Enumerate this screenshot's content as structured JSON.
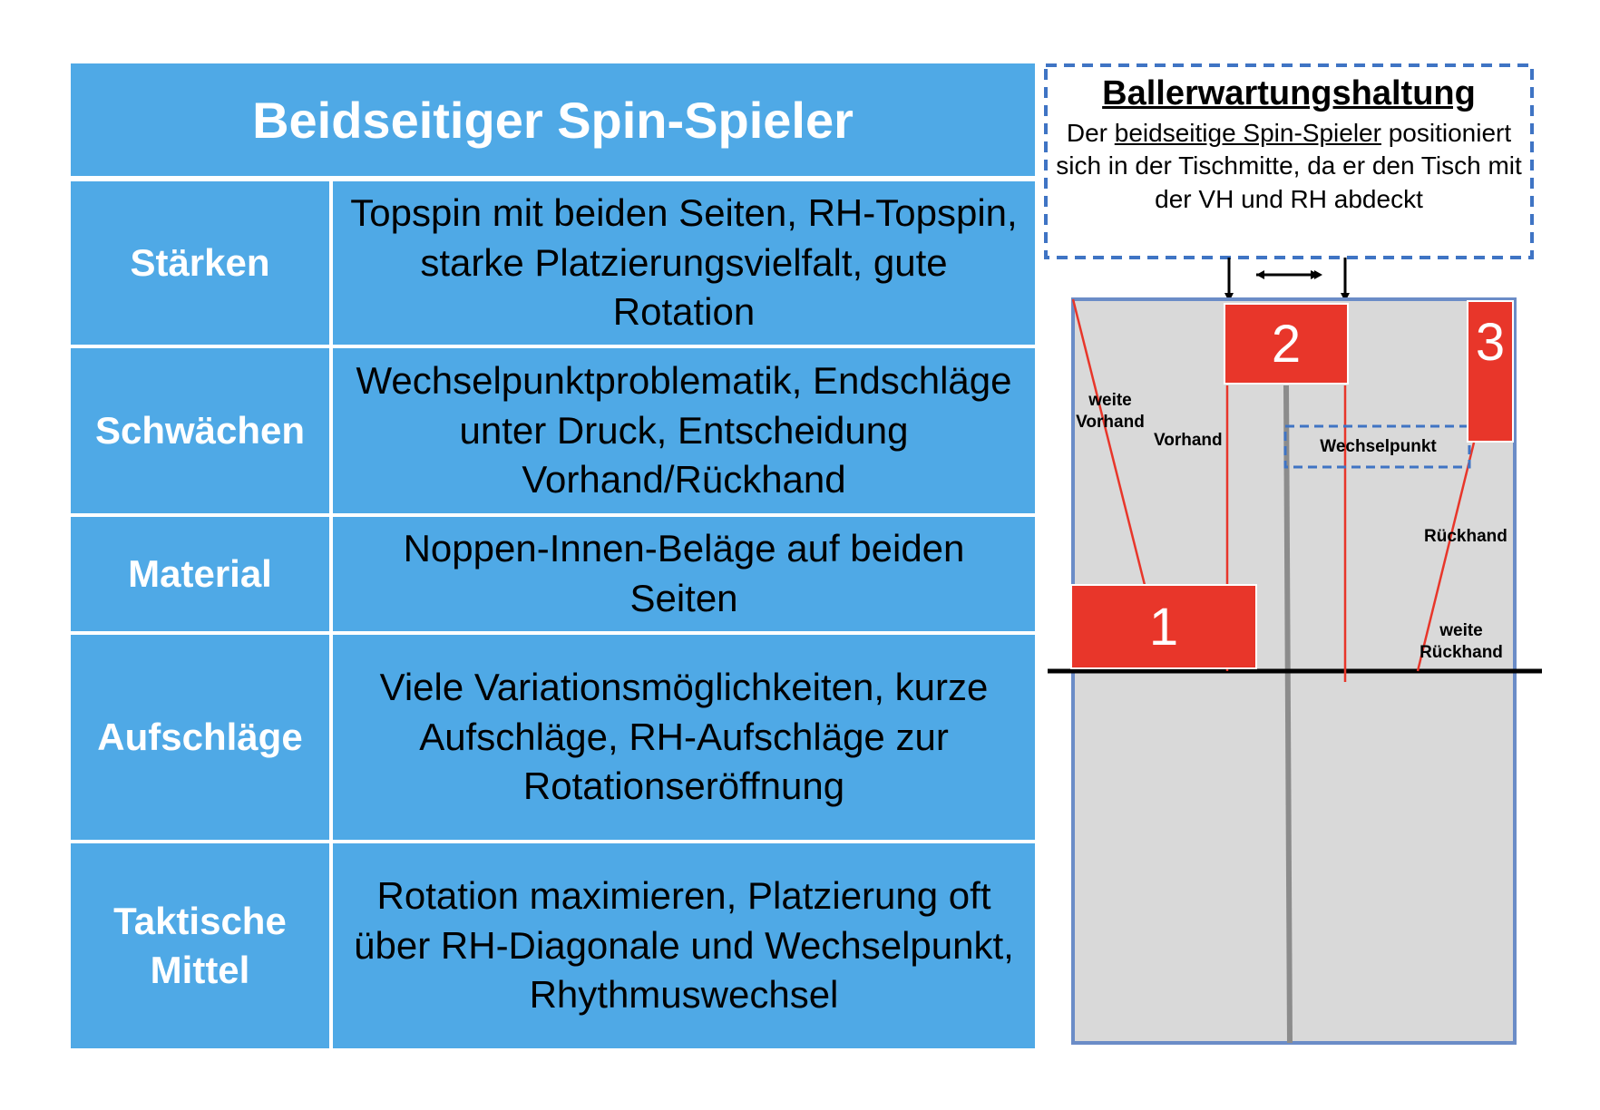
{
  "title": "Beidseitiger Spin-Spieler",
  "rows": [
    {
      "label": "Stärken",
      "text": "Topspin mit beiden Seiten, RH-Topspin, starke Platzierungsvielfalt, gute Rotation"
    },
    {
      "label": "Schwächen",
      "text": "Wechselpunktproblematik, Endschläge unter Druck, Entscheidung Vorhand/Rückhand"
    },
    {
      "label": "Material",
      "text": "Noppen-Innen-Beläge auf beiden Seiten"
    },
    {
      "label": "Aufschläge",
      "text": "Viele Variationsmöglichkeiten, kurze Aufschläge, RH-Aufschläge zur Rotationseröffnung"
    },
    {
      "label": "Taktische Mittel",
      "text": "Rotation maximieren, Platzierung oft über RH-Diagonale und Wechselpunkt, Rhythmuswechsel"
    }
  ],
  "callout": {
    "title": "Ballerwartungshaltung",
    "text_pre": "Der ",
    "text_underlined": "beidseitige Spin-Spieler",
    "text_post": " positioniert sich in der Tischmitte, da er den Tisch mit der VH und RH abdeckt"
  },
  "diagram": {
    "labels": {
      "weite_vorhand": "weite Vorhand",
      "vorhand": "Vorhand",
      "wechselpunkt": "Wechselpunkt",
      "rueckhand": "Rückhand",
      "weite_rueckhand": "weite Rückhand"
    },
    "positions": [
      "1",
      "2",
      "3"
    ],
    "colors": {
      "table": "#d9d9d9",
      "table_border": "#6b8cc7",
      "player_box": "#e8362a",
      "line": "#e8362a",
      "header": "#4fa9e6",
      "callout_border": "#3f74c4"
    }
  }
}
